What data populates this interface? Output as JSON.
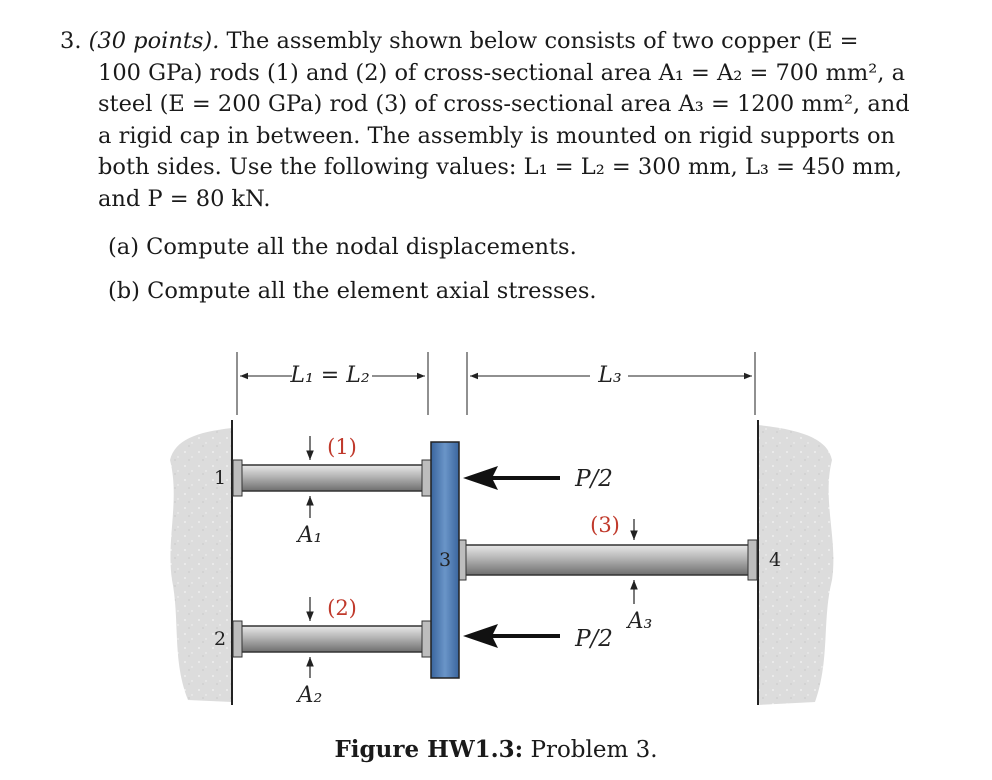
{
  "problem": {
    "number": "3.",
    "points": "(30 points).",
    "lines": [
      "The assembly shown below consists of two copper (E =",
      "100 GPa) rods (1) and (2) of cross-sectional area A₁ = A₂ = 700 mm², a",
      "steel (E = 200 GPa) rod (3) of cross-sectional area A₃ = 1200 mm², and",
      "a rigid cap in between.  The assembly is mounted on rigid supports on",
      "both sides.  Use the following values: L₁ = L₂ = 300 mm, L₃ = 450 mm,",
      "and P = 80 kN."
    ],
    "parts": [
      {
        "label": "(a)",
        "text": "Compute all the nodal displacements."
      },
      {
        "label": "(b)",
        "text": "Compute all the element axial stresses."
      }
    ]
  },
  "figure": {
    "dim_left": "L₁ = L₂",
    "dim_right": "L₃",
    "nodes": [
      "1",
      "2",
      "3",
      "4"
    ],
    "elements": [
      "(1)",
      "(2)",
      "(3)"
    ],
    "areas": [
      "A₁",
      "A₂",
      "A₃"
    ],
    "load_top": "P/2",
    "load_bottom": "P/2",
    "element_label_color": "#c0392b",
    "cap_color": "#4a78b0",
    "rod_color": "#9a9a9a"
  },
  "caption": {
    "label": "Figure HW1.3:",
    "text": " Problem 3."
  }
}
